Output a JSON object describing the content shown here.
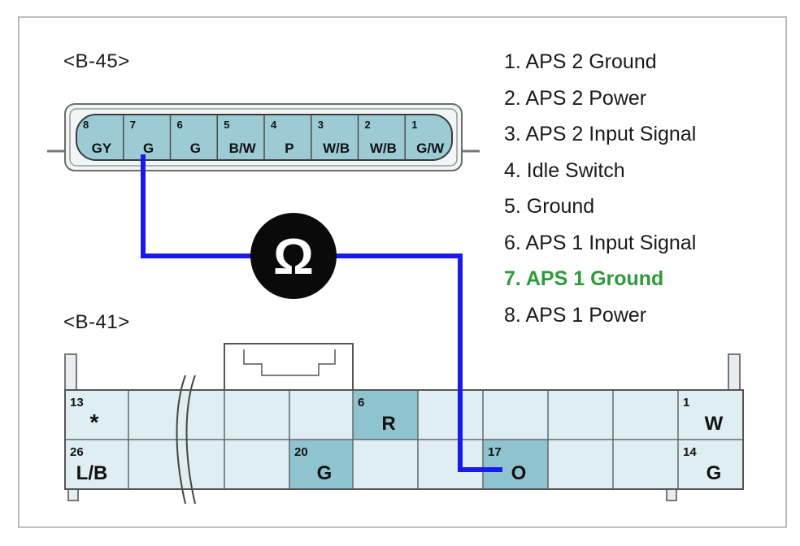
{
  "connectors": {
    "top": {
      "label": "<B-45>",
      "pins": [
        {
          "num": "8",
          "color": "GY"
        },
        {
          "num": "7",
          "color": "G"
        },
        {
          "num": "6",
          "color": "G"
        },
        {
          "num": "5",
          "color": "B/W"
        },
        {
          "num": "4",
          "color": "P"
        },
        {
          "num": "3",
          "color": "W/B"
        },
        {
          "num": "2",
          "color": "W/B"
        },
        {
          "num": "1",
          "color": "G/W"
        }
      ]
    },
    "bottom": {
      "label": "<B-41>",
      "pins": [
        {
          "key": "13",
          "num": "13",
          "label": "*",
          "shaded": false
        },
        {
          "key": "6",
          "num": "6",
          "label": "R",
          "shaded": true
        },
        {
          "key": "1",
          "num": "1",
          "label": "W",
          "shaded": false
        },
        {
          "key": "26",
          "num": "26",
          "label": "L/B",
          "shaded": false
        },
        {
          "key": "20",
          "num": "20",
          "label": "G",
          "shaded": true
        },
        {
          "key": "17",
          "num": "17",
          "label": "O",
          "shaded": true
        },
        {
          "key": "14",
          "num": "14",
          "label": "G",
          "shaded": false
        }
      ]
    }
  },
  "meter": {
    "symbol": "Ω",
    "icon": "ohmmeter-icon"
  },
  "legend": [
    {
      "text": "1. APS 2 Ground",
      "highlight": false
    },
    {
      "text": "2. APS 2 Power",
      "highlight": false
    },
    {
      "text": "3. APS 2 Input Signal",
      "highlight": false
    },
    {
      "text": "4. Idle Switch",
      "highlight": false
    },
    {
      "text": "5. Ground",
      "highlight": false
    },
    {
      "text": "6. APS 1 Input Signal",
      "highlight": false
    },
    {
      "text": "7. APS 1 Ground",
      "highlight": true
    },
    {
      "text": "8. APS 1 Power",
      "highlight": false
    }
  ],
  "colors": {
    "wire": "#1a1aee",
    "pin_fill": "#9ccbd6",
    "bottom_fill": "#deeef2",
    "bottom_shaded": "#8fc3cf",
    "legend_highlight": "#2e9a3a"
  }
}
